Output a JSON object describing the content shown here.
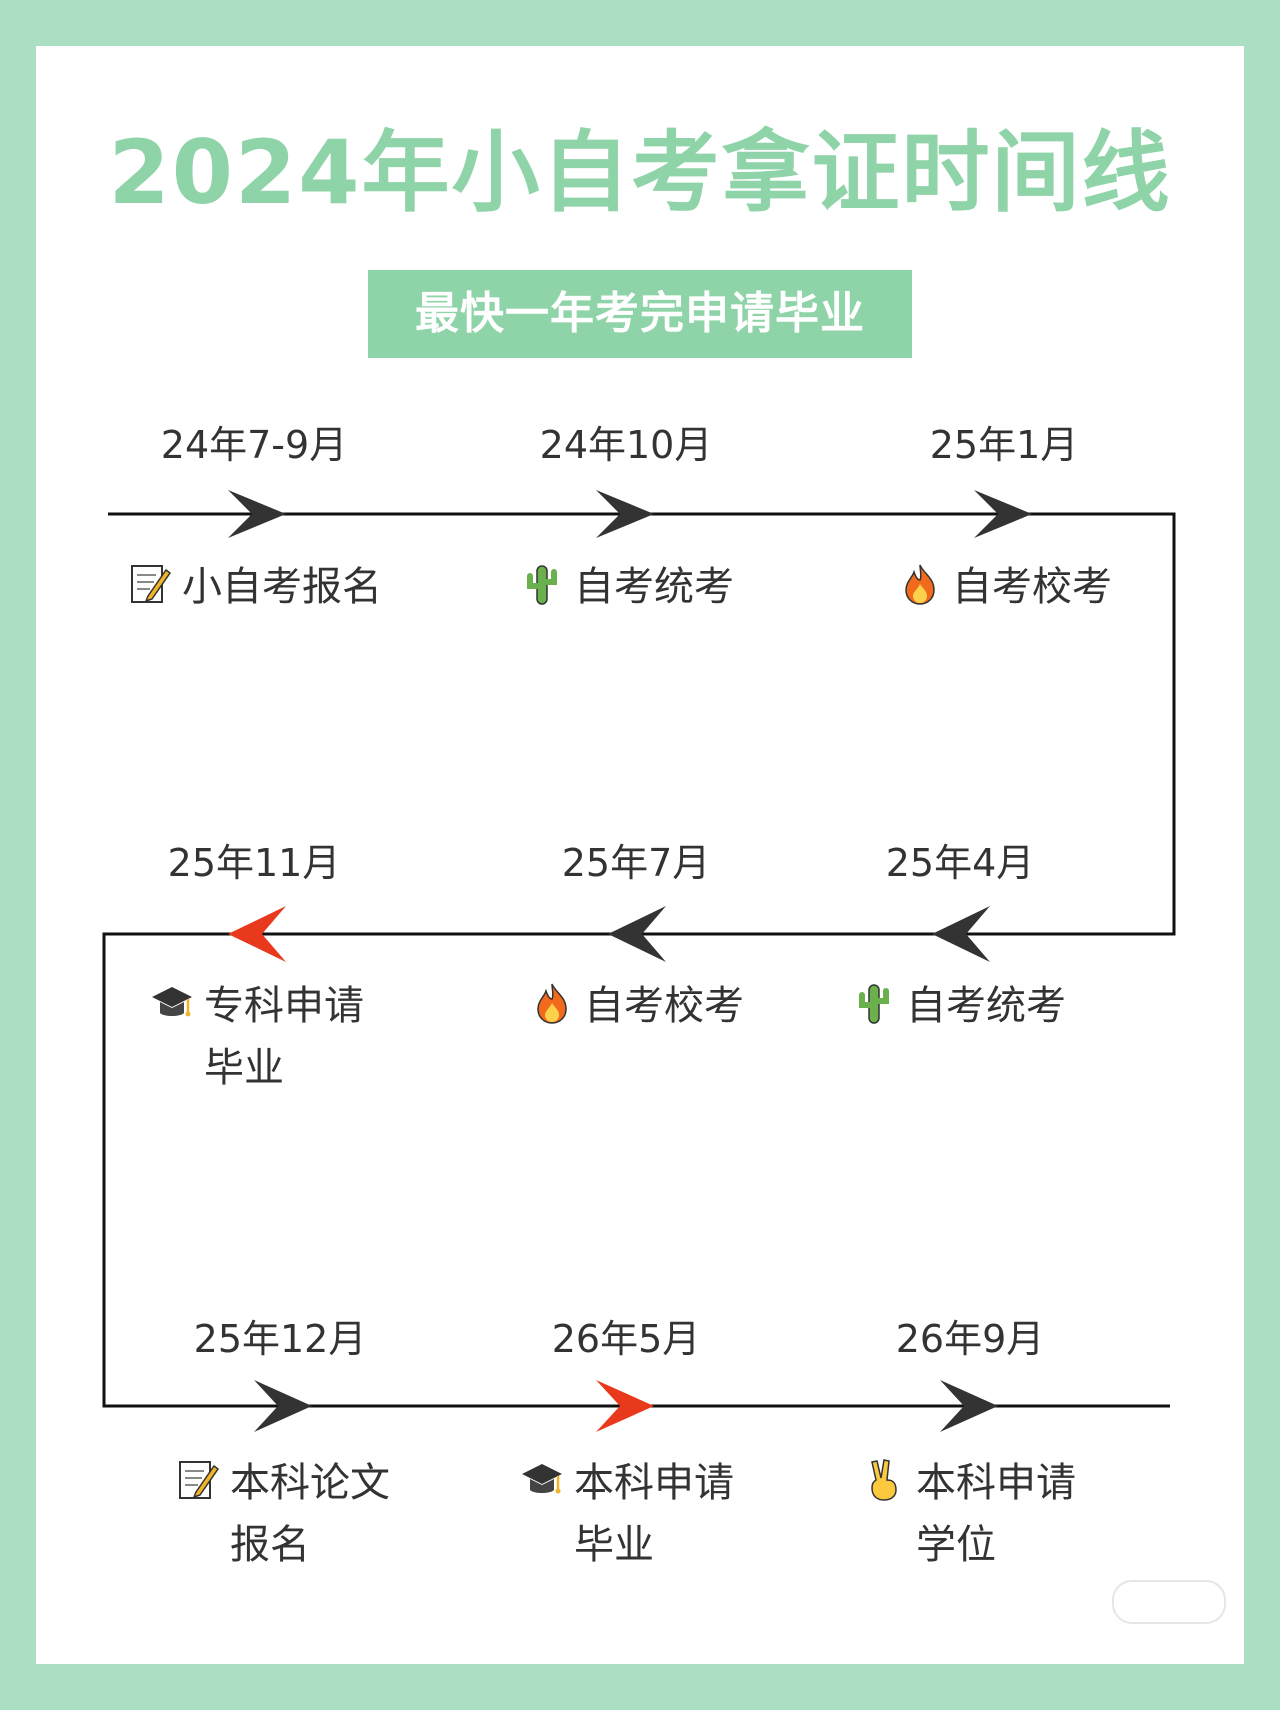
{
  "title": "2024年小自考拿证时间线",
  "subtitle": "最快一年考完申请毕业",
  "colors": {
    "background": "#acdec3",
    "accent": "#8fd3a8",
    "line": "#111111",
    "arrow": "#333333",
    "highlight_arrow": "#e8391c"
  },
  "rows": [
    {
      "direction": "right",
      "items": [
        {
          "date": "24年7-9月",
          "icon": "memo-icon",
          "label": "小自考报名",
          "label2": ""
        },
        {
          "date": "24年10月",
          "icon": "cactus-icon",
          "label": "自考统考",
          "label2": ""
        },
        {
          "date": "25年1月",
          "icon": "fire-icon",
          "label": "自考校考",
          "label2": ""
        }
      ]
    },
    {
      "direction": "left",
      "items": [
        {
          "date": "25年11月",
          "icon": "graduation-cap-icon",
          "label": "专科申请",
          "label2": "毕业",
          "highlight": true
        },
        {
          "date": "25年7月",
          "icon": "fire-icon",
          "label": "自考校考",
          "label2": ""
        },
        {
          "date": "25年4月",
          "icon": "cactus-icon",
          "label": "自考统考",
          "label2": ""
        }
      ]
    },
    {
      "direction": "right",
      "items": [
        {
          "date": "25年12月",
          "icon": "memo-icon",
          "label": "本科论文",
          "label2": "报名"
        },
        {
          "date": "26年5月",
          "icon": "graduation-cap-icon",
          "label": "本科申请",
          "label2": "毕业",
          "highlight": true
        },
        {
          "date": "26年9月",
          "icon": "victory-hand-icon",
          "label": "本科申请",
          "label2": "学位"
        }
      ]
    }
  ]
}
